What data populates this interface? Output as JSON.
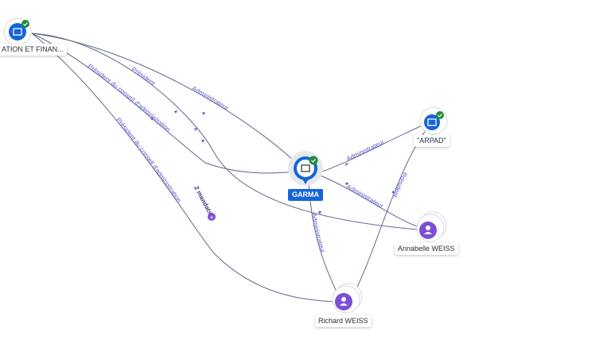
{
  "nodes": {
    "top_left": {
      "label": "ATION ET FINAN...",
      "icon": "building-icon",
      "verified": true
    },
    "garma": {
      "label": "GARMA",
      "icon": "building-icon",
      "verified": true
    },
    "arpad": {
      "label": "\"ARPAD\"",
      "icon": "building-icon",
      "verified": true
    },
    "annabelle": {
      "label": "Annabelle WEISS",
      "icon": "person-icon"
    },
    "richard": {
      "label": "Richard WEISS",
      "icon": "person-icon"
    }
  },
  "edges": {
    "e1": "Président",
    "e2": "Président du conseil d'administration",
    "e3": "Administrateur",
    "e4": "Président du conseil d'administration",
    "e4_extra": "2 mandats",
    "e5": "Administrateur",
    "e6": "Administrateur",
    "e7": "Administrateur",
    "e8": "Président"
  },
  "colors": {
    "company": "#1565d8",
    "person": "#7b4fd6",
    "verified": "#1f8a3a",
    "edge": "#5e6a8a",
    "edge_label": "#5b55c9"
  }
}
